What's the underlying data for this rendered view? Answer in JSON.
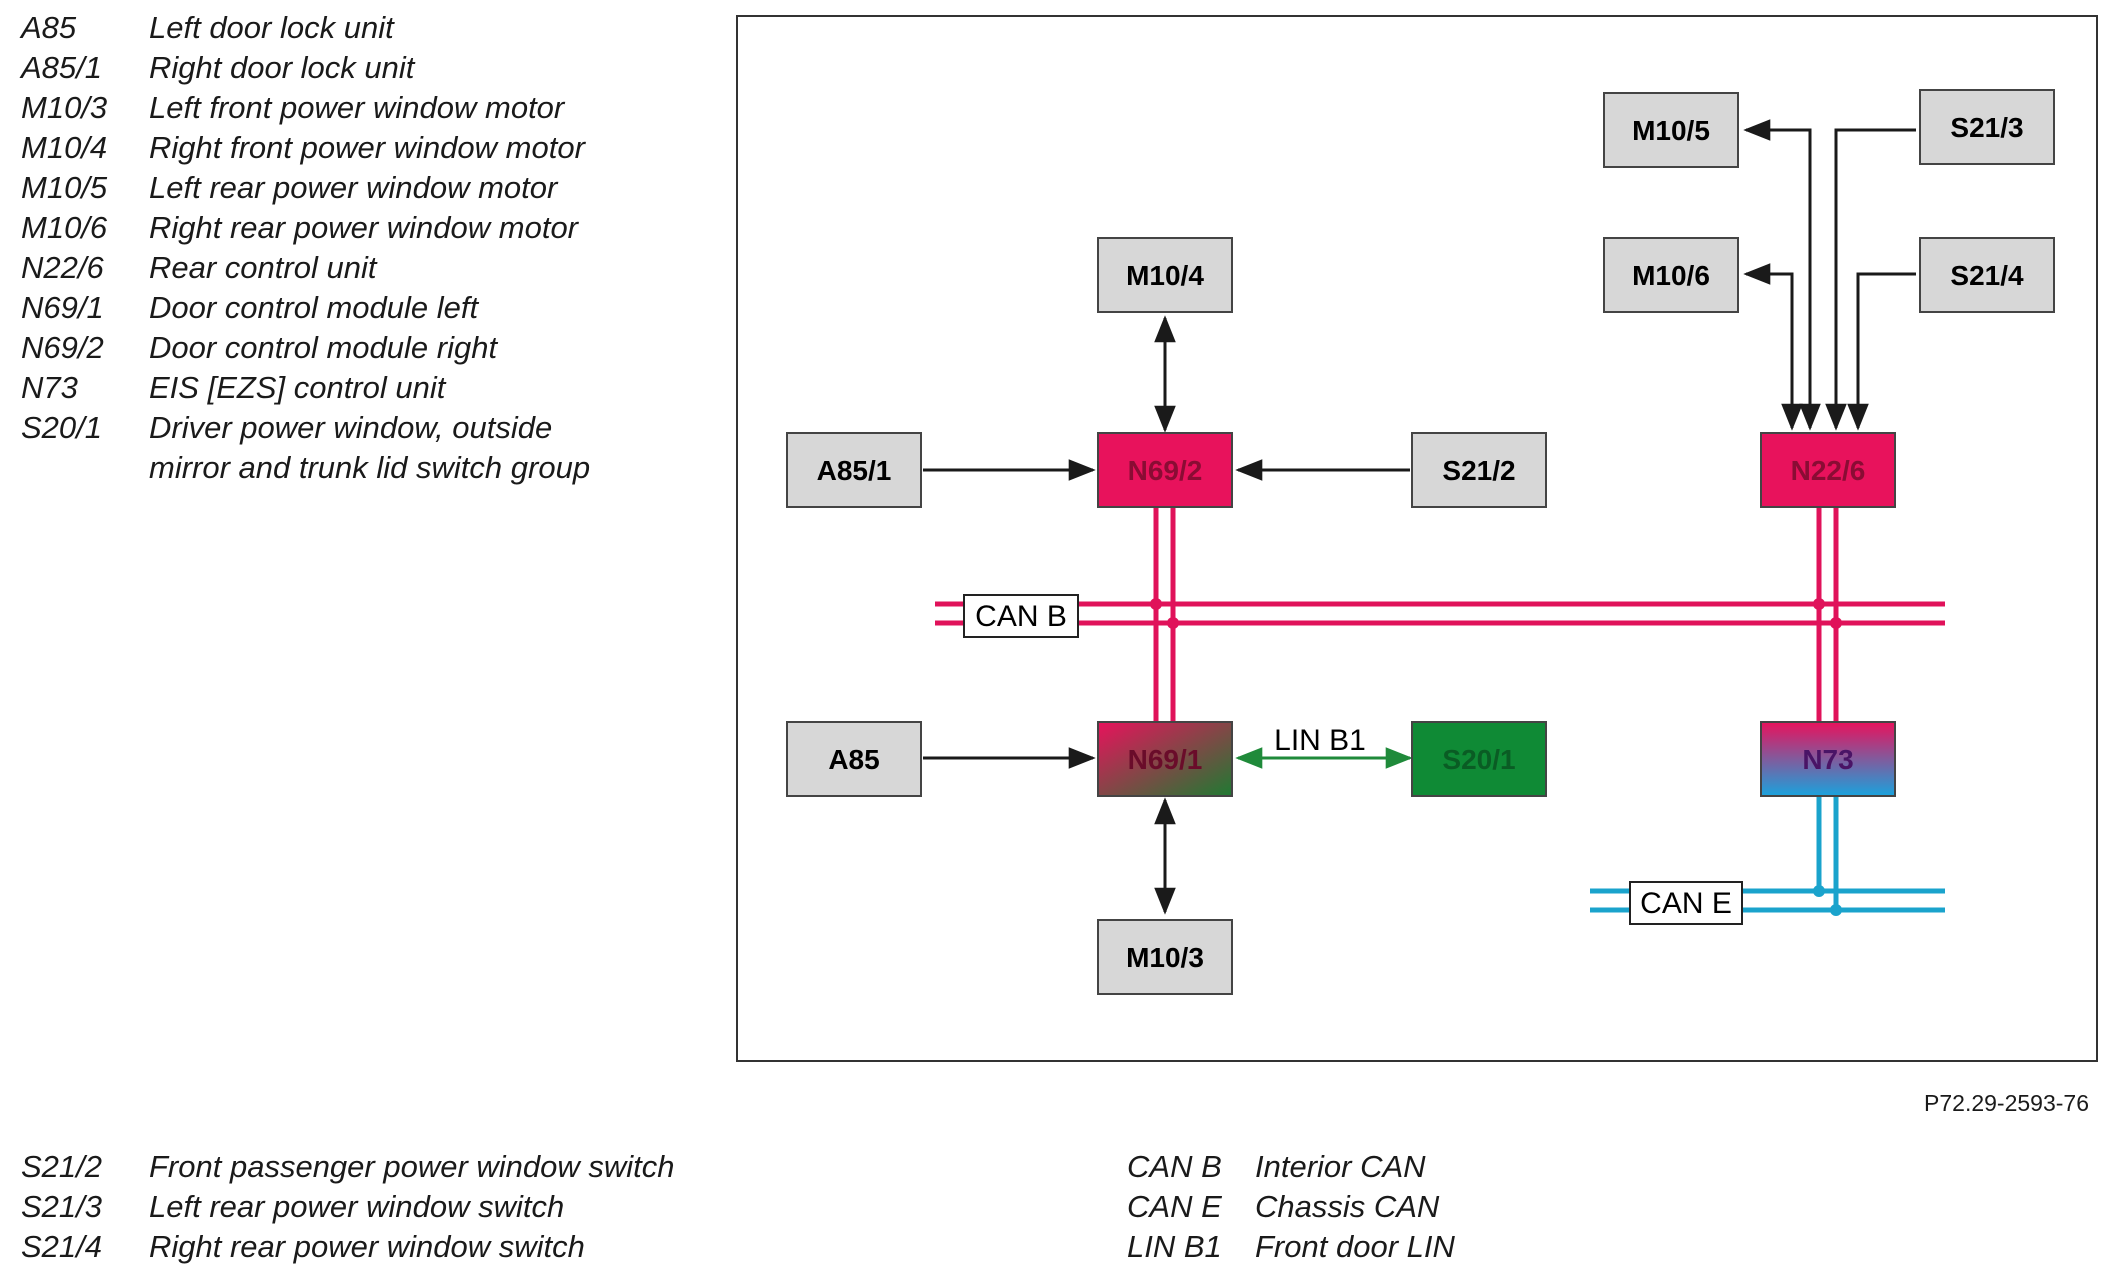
{
  "legend_top": [
    {
      "code": "A85",
      "desc": "Left door lock unit"
    },
    {
      "code": "A85/1",
      "desc": "Right door lock unit"
    },
    {
      "code": "M10/3",
      "desc": "Left front power window motor"
    },
    {
      "code": "M10/4",
      "desc": "Right front power window motor"
    },
    {
      "code": "M10/5",
      "desc": "Left rear power window motor"
    },
    {
      "code": "M10/6",
      "desc": "Right rear power window motor"
    },
    {
      "code": "N22/6",
      "desc": "Rear control unit"
    },
    {
      "code": "N69/1",
      "desc": "Door control module left"
    },
    {
      "code": "N69/2",
      "desc": "Door control module right"
    },
    {
      "code": "N73",
      "desc": "EIS [EZS] control unit"
    },
    {
      "code": "S20/1",
      "desc": "Driver power window, outside"
    },
    {
      "code": "",
      "desc": "mirror and trunk lid switch group"
    }
  ],
  "legend_bottom_left": [
    {
      "code": "S21/2",
      "desc": "Front passenger power window switch"
    },
    {
      "code": "S21/3",
      "desc": "Left rear power window switch"
    },
    {
      "code": "S21/4",
      "desc": "Right rear power window switch"
    }
  ],
  "legend_bottom_right": [
    {
      "code": "CAN B",
      "desc": "Interior CAN"
    },
    {
      "code": "CAN E",
      "desc": "Chassis CAN"
    },
    {
      "code": "LIN B1",
      "desc": "Front door LIN"
    }
  ],
  "figure_ref": "P72.29-2593-76",
  "diagram": {
    "boxes": {
      "m10_4": "M10/4",
      "m10_5": "M10/5",
      "m10_6": "M10/6",
      "s21_3": "S21/3",
      "s21_4": "S21/4",
      "a85_1": "A85/1",
      "n69_2": "N69/2",
      "s21_2": "S21/2",
      "n22_6": "N22/6",
      "a85": "A85",
      "n69_1": "N69/1",
      "s20_1": "S20/1",
      "n73": "N73",
      "m10_3": "M10/3"
    },
    "buses": {
      "can_b": "CAN B",
      "can_e": "CAN E",
      "lin_b1": "LIN B1"
    },
    "colors": {
      "can_b": "#e0125a",
      "can_e": "#1aa3cc",
      "lin_b1": "#1f8a3a",
      "module_fill": "#e8125c",
      "switch_fill": "#d7d7d7",
      "lin_fill": "#0f8a35"
    }
  }
}
